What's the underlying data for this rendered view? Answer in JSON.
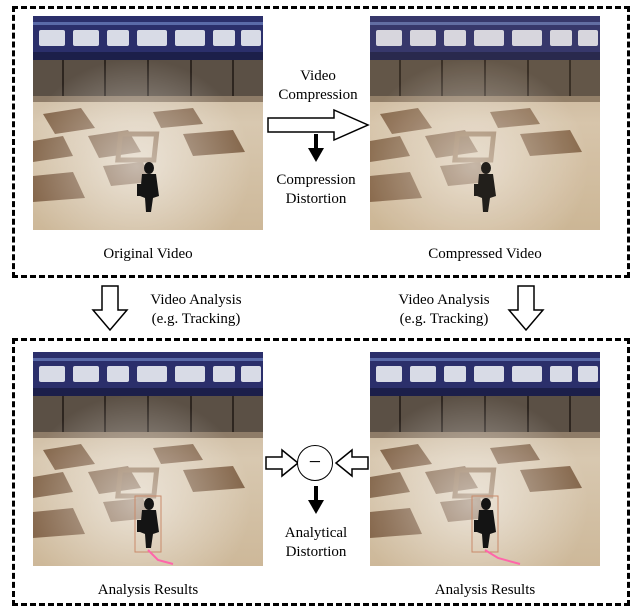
{
  "top_panel": {
    "left_caption": "Original Video",
    "right_caption": "Compressed Video",
    "compression_label_line1": "Video",
    "compression_label_line2": "Compression",
    "distortion_label_line1": "Compression",
    "distortion_label_line2": "Distortion"
  },
  "middle": {
    "left_label_line1": "Video Analysis",
    "left_label_line2": "(e.g. Tracking)",
    "right_label_line1": "Video Analysis",
    "right_label_line2": "(e.g. Tracking)"
  },
  "bottom_panel": {
    "left_caption": "Analysis Results",
    "right_caption": "Analysis Results",
    "subtract_symbol": "−",
    "distortion_label_line1": "Analytical",
    "distortion_label_line2": "Distortion"
  },
  "colors": {
    "train": "#2b2f6b",
    "floor": "#c9b59a",
    "floor_dark": "#7a5a3e",
    "wall": "#4a3f35",
    "track": "#ff66aa"
  }
}
